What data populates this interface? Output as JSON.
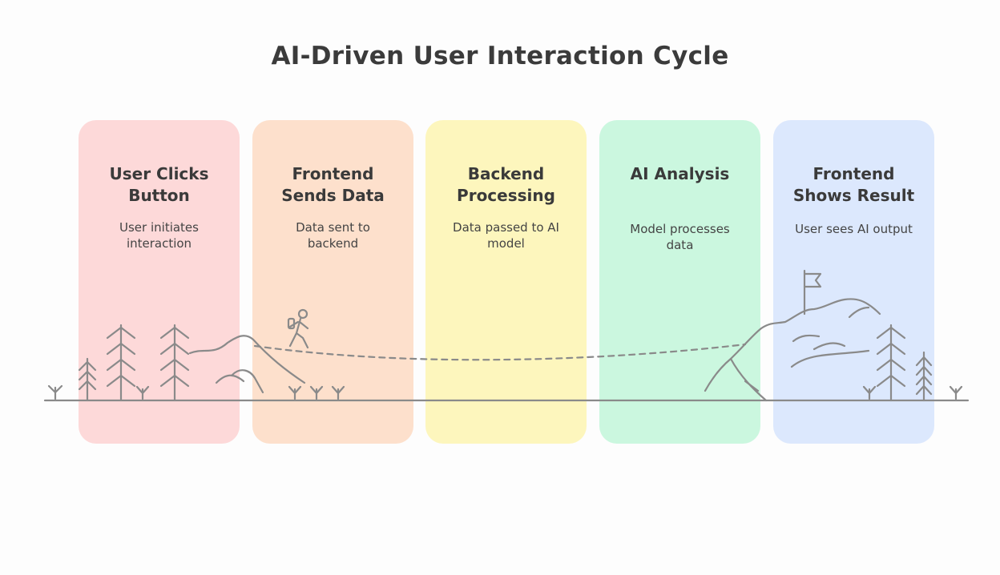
{
  "title": "AI-Driven User Interaction Cycle",
  "steps": [
    {
      "title_line1": "User Clicks",
      "title_line2": "Button",
      "desc_line1": "User initiates",
      "desc_line2": "interaction",
      "color": "#fdd9d9"
    },
    {
      "title_line1": "Frontend",
      "title_line2": "Sends Data",
      "desc_line1": "Data sent to",
      "desc_line2": "backend",
      "color": "#fde0cc"
    },
    {
      "title_line1": "Backend",
      "title_line2": "Processing",
      "desc_line1": "Data passed to AI",
      "desc_line2": "model",
      "color": "#fdf6bd"
    },
    {
      "title_line1": "AI Analysis",
      "title_line2": "",
      "desc_line1": "Model processes",
      "desc_line2": "data",
      "color": "#cbf7df"
    },
    {
      "title_line1": "Frontend",
      "title_line2": "Shows Result",
      "desc_line1": "User sees AI output",
      "desc_line2": "",
      "color": "#dce8fd"
    }
  ],
  "scene": {
    "line_color": "#8a8a8a",
    "icons": [
      "tree-icon",
      "mountain-icon",
      "hiker-icon",
      "flag-icon",
      "grass-icon"
    ]
  }
}
